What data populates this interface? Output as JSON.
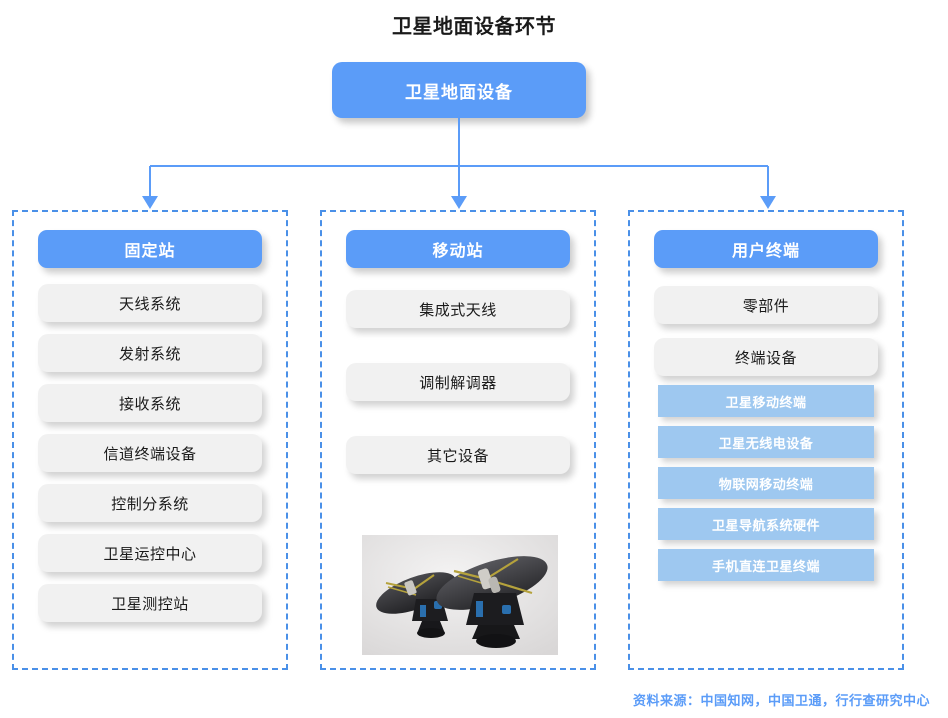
{
  "title": "卫星地面设备环节",
  "root": {
    "label": "卫星地面设备"
  },
  "colors": {
    "accent_blue": "#5b9cf8",
    "sub_blue": "#9ec8f0",
    "item_gray": "#f1f1f1",
    "dashed_border": "#4a90e8",
    "title_text": "#1a1a1a",
    "source_text": "#5b9cf8"
  },
  "columns": [
    {
      "header": "固定站",
      "items": [
        {
          "label": "天线系统",
          "style": "gray"
        },
        {
          "label": "发射系统",
          "style": "gray"
        },
        {
          "label": "接收系统",
          "style": "gray"
        },
        {
          "label": "信道终端设备",
          "style": "gray"
        },
        {
          "label": "控制分系统",
          "style": "gray"
        },
        {
          "label": "卫星运控中心",
          "style": "gray"
        },
        {
          "label": "卫星测控站",
          "style": "gray"
        }
      ]
    },
    {
      "header": "移动站",
      "items": [
        {
          "label": "集成式天线",
          "style": "gray"
        },
        {
          "label": "调制解调器",
          "style": "gray"
        },
        {
          "label": "其它设备",
          "style": "gray"
        }
      ]
    },
    {
      "header": "用户终端",
      "items": [
        {
          "label": "零部件",
          "style": "gray"
        },
        {
          "label": "终端设备",
          "style": "gray"
        },
        {
          "label": "卫星移动终端",
          "style": "sub"
        },
        {
          "label": "卫星无线电设备",
          "style": "sub"
        },
        {
          "label": "物联网移动终端",
          "style": "sub"
        },
        {
          "label": "卫星导航系统硬件",
          "style": "sub"
        },
        {
          "label": "手机直连卫星终端",
          "style": "sub"
        }
      ]
    }
  ],
  "photo": {
    "caption_alt": "satellite-dish-antennas-photo"
  },
  "source": "资料来源：中国知网，中国卫通，行行查研究中心"
}
